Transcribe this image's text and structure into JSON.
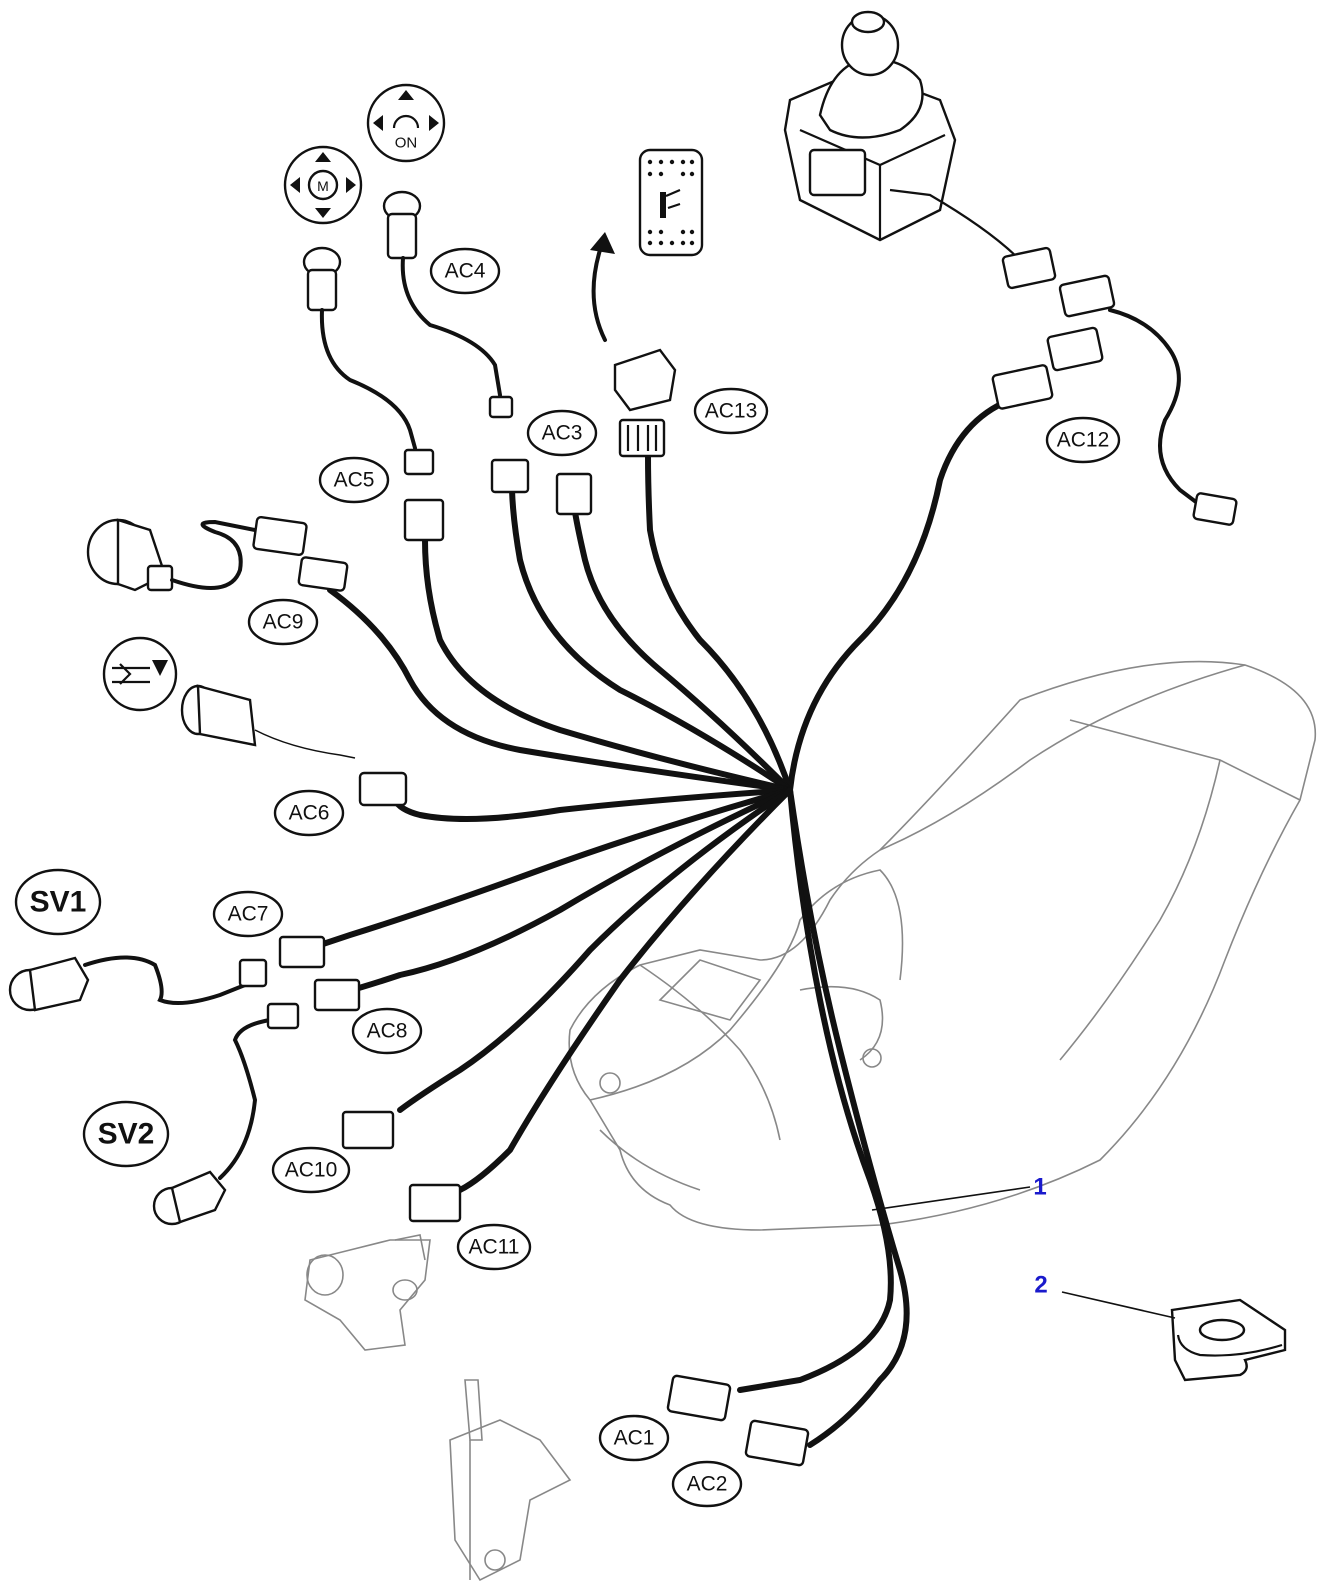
{
  "diagram": {
    "connector_labels": {
      "ac1": "AC1",
      "ac2": "AC2",
      "ac3": "AC3",
      "ac4": "AC4",
      "ac5": "AC5",
      "ac6": "AC6",
      "ac7": "AC7",
      "ac8": "AC8",
      "ac9": "AC9",
      "ac10": "AC10",
      "ac11": "AC11",
      "ac12": "AC12",
      "ac13": "AC13"
    },
    "solenoid_labels": {
      "sv1": "SV1",
      "sv2": "SV2"
    },
    "icon_labels": {
      "mode_button": "M",
      "on_button": "ON"
    },
    "part_callouts": {
      "harness": "1",
      "grommet": "2"
    },
    "callout_color": "#1a1acc"
  }
}
